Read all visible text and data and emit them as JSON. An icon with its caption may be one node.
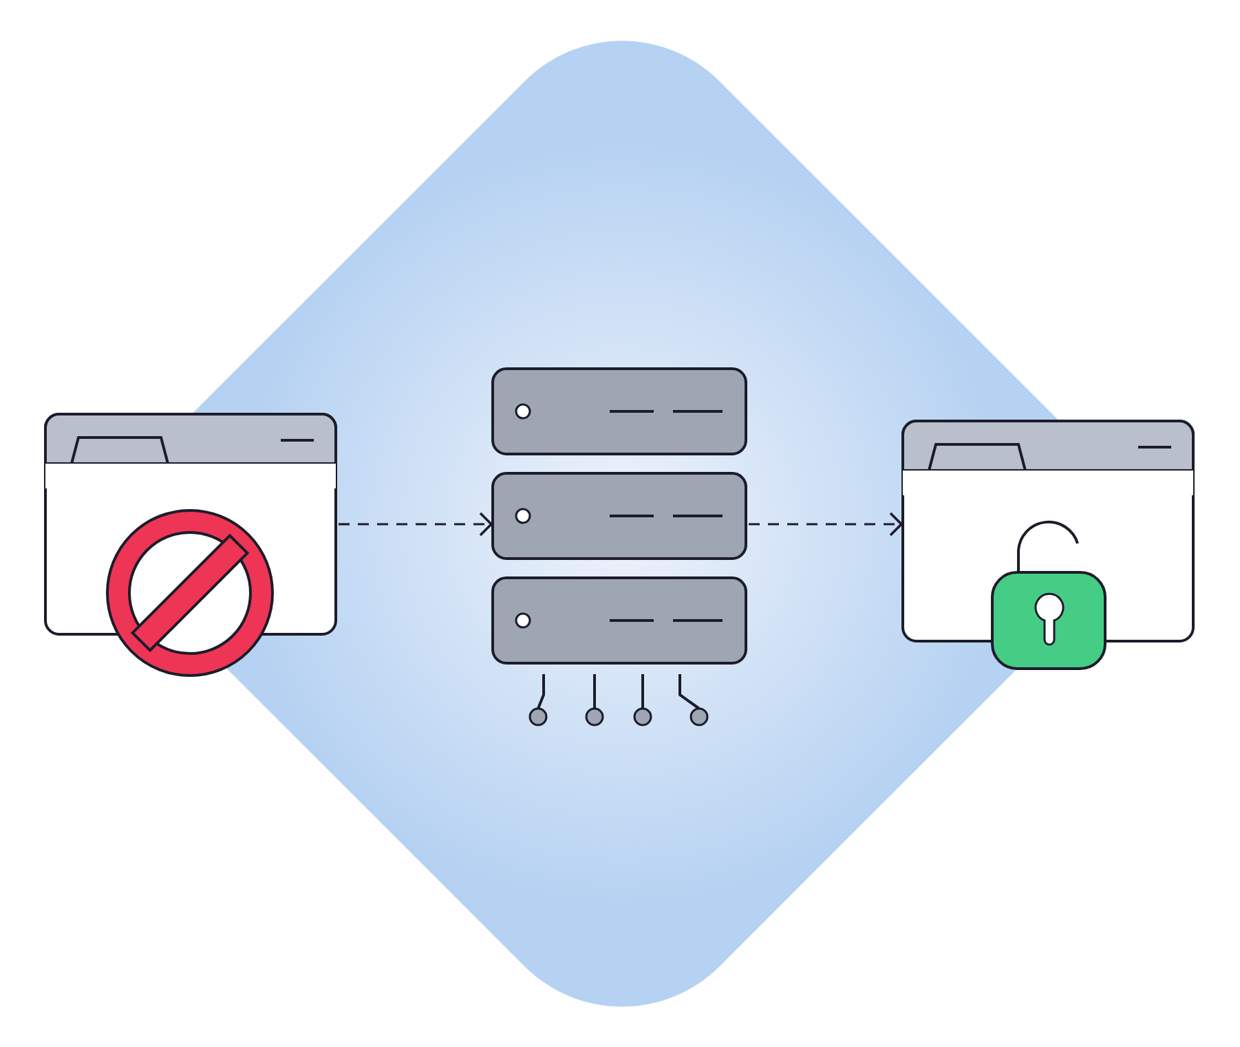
{
  "diagram": {
    "nodes": [
      {
        "text": [],
        "shape": "picture"
      },
      {
        "text": [],
        "shape": "picture"
      },
      {
        "text": [],
        "shape": "picture"
      }
    ],
    "edges": [
      {
        "from": 0,
        "to": 1,
        "arrow": "to",
        "style": "dashed"
      },
      {
        "from": 1,
        "to": 2,
        "arrow": "to",
        "style": "dashed"
      }
    ]
  }
}
